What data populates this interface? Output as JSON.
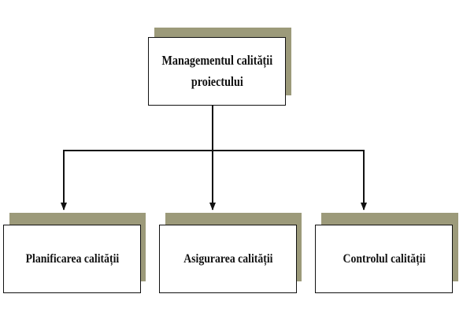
{
  "diagram": {
    "root": {
      "label_line1": "Managementul calității",
      "label_line2": "proiectului"
    },
    "children": [
      {
        "label": "Planificarea calității"
      },
      {
        "label": "Asigurarea calității"
      },
      {
        "label": "Controlul calității"
      }
    ],
    "colors": {
      "shadow": "#9c9a7a",
      "border": "#111111",
      "line": "#111111"
    }
  }
}
